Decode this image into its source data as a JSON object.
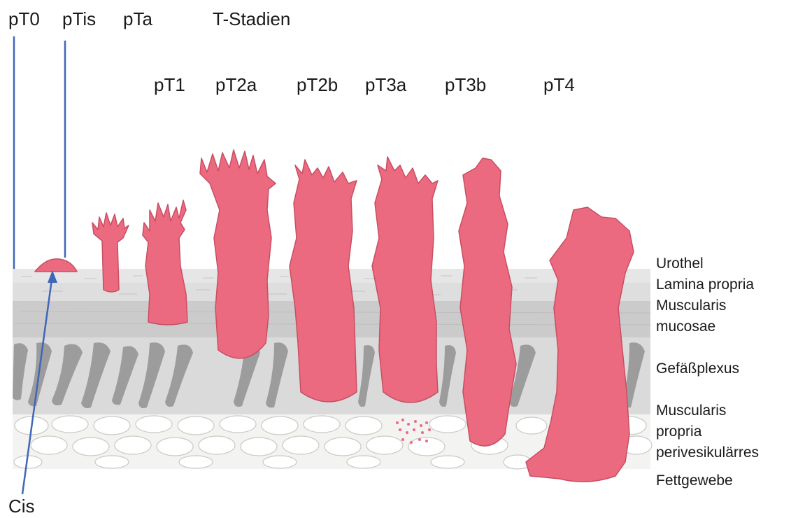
{
  "title": "T-Stadien",
  "top_labels": [
    "pT0",
    "pTis",
    "pTa"
  ],
  "stage_labels": [
    "pT1",
    "pT2a",
    "pT2b",
    "pT3a",
    "pT3b",
    "pT4"
  ],
  "layer_labels": {
    "urothel": "Urothel",
    "lamina_propria": "Lamina propria",
    "muscularis_mucosae_1": "Muscularis",
    "muscularis_mucosae_2": "mucosae",
    "gefaessplexus": "Gefäßplexus",
    "muscularis_propria_1": "Muscularis",
    "muscularis_propria_2": "propria",
    "fett_1": "perivesikulärres",
    "fett_2": "Fettgewebe"
  },
  "cis_label": "Cis",
  "colors": {
    "tumor": "#ec6a7f",
    "tumor_edge": "#c84e63",
    "pointer_line": "#3f67b8",
    "urothel": "#e6e6e6",
    "lamina": "#e1e1e1",
    "muscularis_mucosae": "#cdcdcd",
    "plexus_bg": "#dcdcdc",
    "plexus_blobs": "#9d9d9d",
    "fat_bg": "#f4f4f2"
  }
}
